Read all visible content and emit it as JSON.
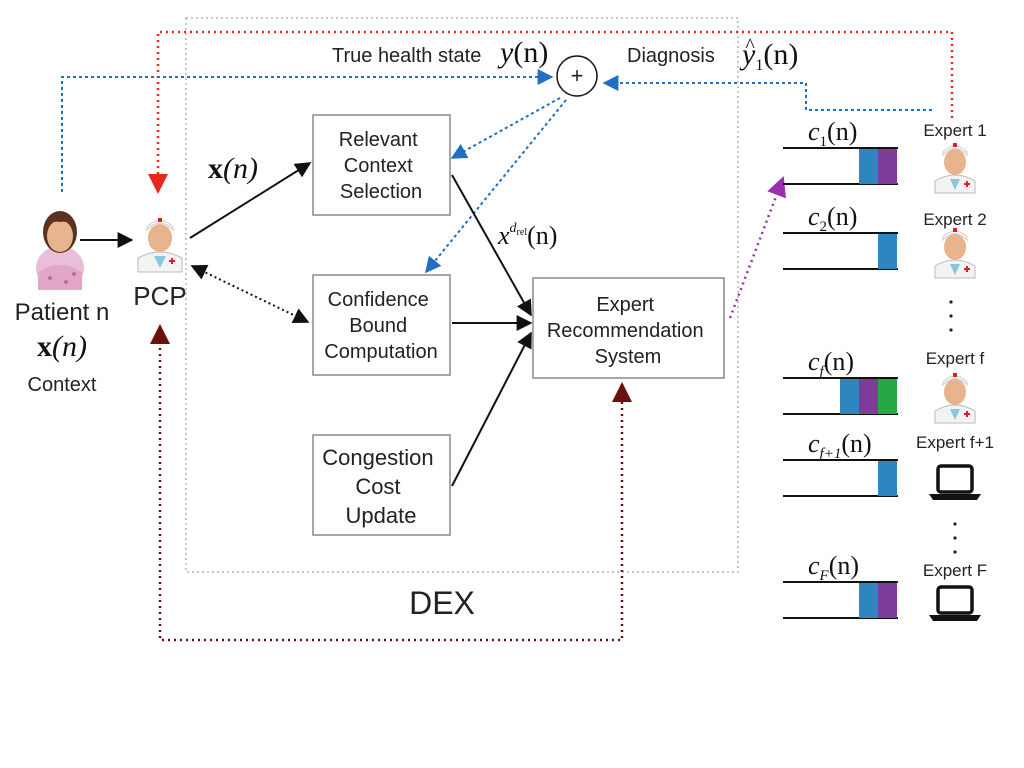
{
  "title": "DEX",
  "top": {
    "true_health_label": "True health state",
    "true_health_symbol": "y",
    "true_health_arg": "(n)",
    "diagnosis_label": "Diagnosis",
    "diagnosis_symbol": "y",
    "diagnosis_hat": "^",
    "diagnosis_sub": "1",
    "diagnosis_arg": "(n)",
    "sum_symbol": "+"
  },
  "patient": {
    "label": "Patient n",
    "context_symbol": "x",
    "context_arg": "(n)",
    "context_label": "Context"
  },
  "pcp": {
    "label": "PCP"
  },
  "pcp_out": {
    "symbol": "x",
    "arg": "(n)"
  },
  "rel_signal": {
    "symbol": "x",
    "sup": "d",
    "sup_sub": "rel",
    "arg": "(n)"
  },
  "modules": {
    "relevant": [
      "Relevant",
      "Context",
      "Selection"
    ],
    "confidence": [
      "Confidence",
      "Bound",
      "Computation"
    ],
    "congestion": [
      "Congestion",
      "Cost",
      "Update"
    ],
    "recommendation": [
      "Expert",
      "Recommendation",
      "System"
    ]
  },
  "experts": [
    {
      "label": "Expert 1",
      "queue_symbol": "c",
      "queue_sub": "1",
      "queue_arg": "(n)",
      "type": "doctor",
      "blocks": [
        "#2e86c1",
        "#7d3c98"
      ]
    },
    {
      "label": "Expert 2",
      "queue_symbol": "c",
      "queue_sub": "2",
      "queue_arg": "(n)",
      "type": "doctor",
      "blocks": [
        "#2e86c1"
      ]
    },
    {
      "label": "Expert f",
      "queue_symbol": "c",
      "queue_sub": "f",
      "queue_arg": "(n)",
      "type": "doctor",
      "blocks": [
        "#2e86c1",
        "#7d3c98",
        "#28a745"
      ]
    },
    {
      "label": "Expert f+1",
      "queue_symbol": "c",
      "queue_sub": "f+1",
      "queue_arg": "(n)",
      "type": "laptop",
      "blocks": [
        "#2e86c1"
      ]
    },
    {
      "label": "Expert F",
      "queue_symbol": "c",
      "queue_sub": "F",
      "queue_arg": "(n)",
      "type": "laptop",
      "blocks": [
        "#2e86c1",
        "#7d3c98"
      ]
    }
  ],
  "colors": {
    "blue_dotted": "#1f6fc5",
    "red_dotted": "#e8271d",
    "maroon_dotted": "#6b0f0f",
    "purple_dotted": "#9b2fae",
    "box_border": "#8a8a8a",
    "dex_border": "#b5b5b5",
    "queue_blue": "#2e86c1",
    "queue_purple": "#7d3c98",
    "queue_green": "#28a745"
  },
  "icons": {
    "patient": "patient-icon",
    "doctor": "doctor-icon",
    "laptop": "laptop-icon"
  }
}
